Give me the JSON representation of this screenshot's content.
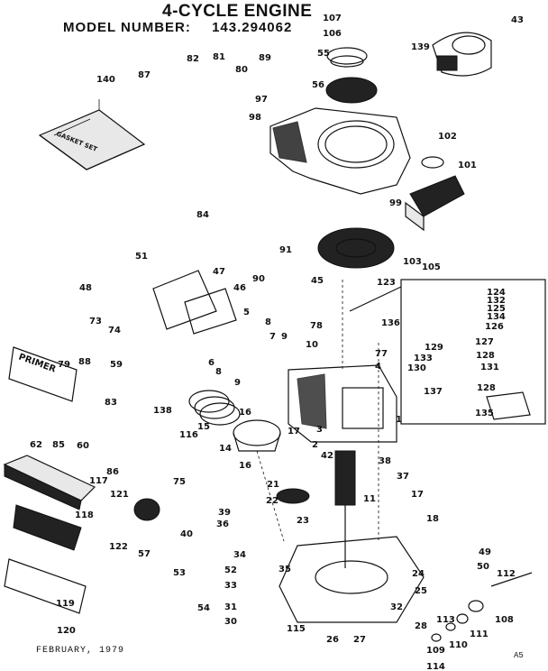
{
  "header": {
    "title": "4-CYCLE ENGINE",
    "model_label": "MODEL NUMBER:",
    "model_number": "143.294062"
  },
  "footer": {
    "date": "FEBRUARY, 1979",
    "code": "A5"
  },
  "labels": {
    "gasket_set": "GASKET SET",
    "primer": "PRIMER"
  },
  "callouts": [
    "107",
    "43",
    "106",
    "139",
    "55",
    "87",
    "82",
    "81",
    "80",
    "89",
    "140",
    "97",
    "56",
    "98",
    "102",
    "101",
    "99",
    "84",
    "91",
    "51",
    "47",
    "90",
    "103",
    "105",
    "48",
    "46",
    "45",
    "123",
    "124",
    "132",
    "125",
    "134",
    "126",
    "136",
    "73",
    "74",
    "5",
    "8",
    "78",
    "127",
    "129",
    "133",
    "130",
    "128",
    "131",
    "79",
    "88",
    "7",
    "9",
    "6",
    "10",
    "77",
    "4",
    "59",
    "8",
    "9",
    "83",
    "138",
    "16",
    "128",
    "137",
    "62",
    "85",
    "60",
    "15",
    "116",
    "14",
    "1",
    "135",
    "3",
    "17",
    "86",
    "42",
    "2",
    "16",
    "38",
    "37",
    "117",
    "21",
    "75",
    "11",
    "121",
    "22",
    "17",
    "39",
    "118",
    "36",
    "23",
    "18",
    "122",
    "57",
    "40",
    "53",
    "34",
    "52",
    "35",
    "24",
    "49",
    "50",
    "112",
    "33",
    "25",
    "31",
    "32",
    "119",
    "54",
    "30",
    "115",
    "28",
    "113",
    "26",
    "27",
    "108",
    "111",
    "120",
    "109",
    "110",
    "114"
  ]
}
